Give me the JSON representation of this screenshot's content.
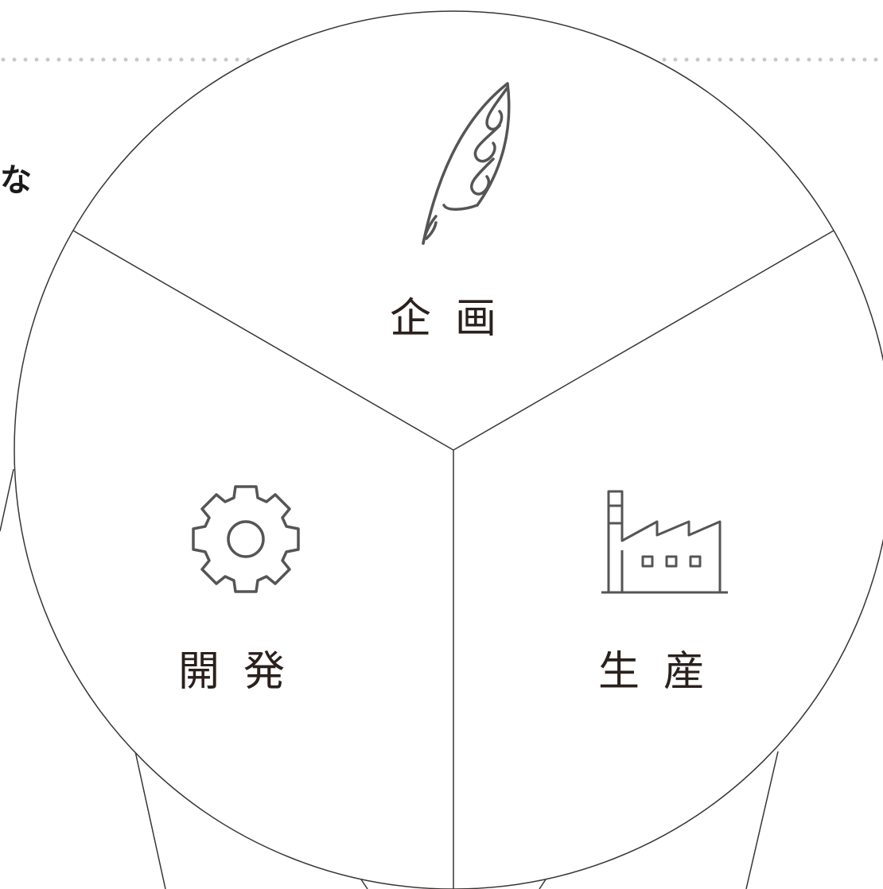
{
  "side_text": "な",
  "segments": {
    "top": {
      "label": "企画",
      "icon": "quill-pen-icon"
    },
    "left": {
      "label": "開発",
      "icon": "gear-icon"
    },
    "right": {
      "label": "生産",
      "icon": "factory-icon"
    }
  },
  "colors": {
    "line": "#3a3535",
    "icon": "#555555",
    "label": "#2a201c",
    "dots": "#c8c8c8"
  }
}
